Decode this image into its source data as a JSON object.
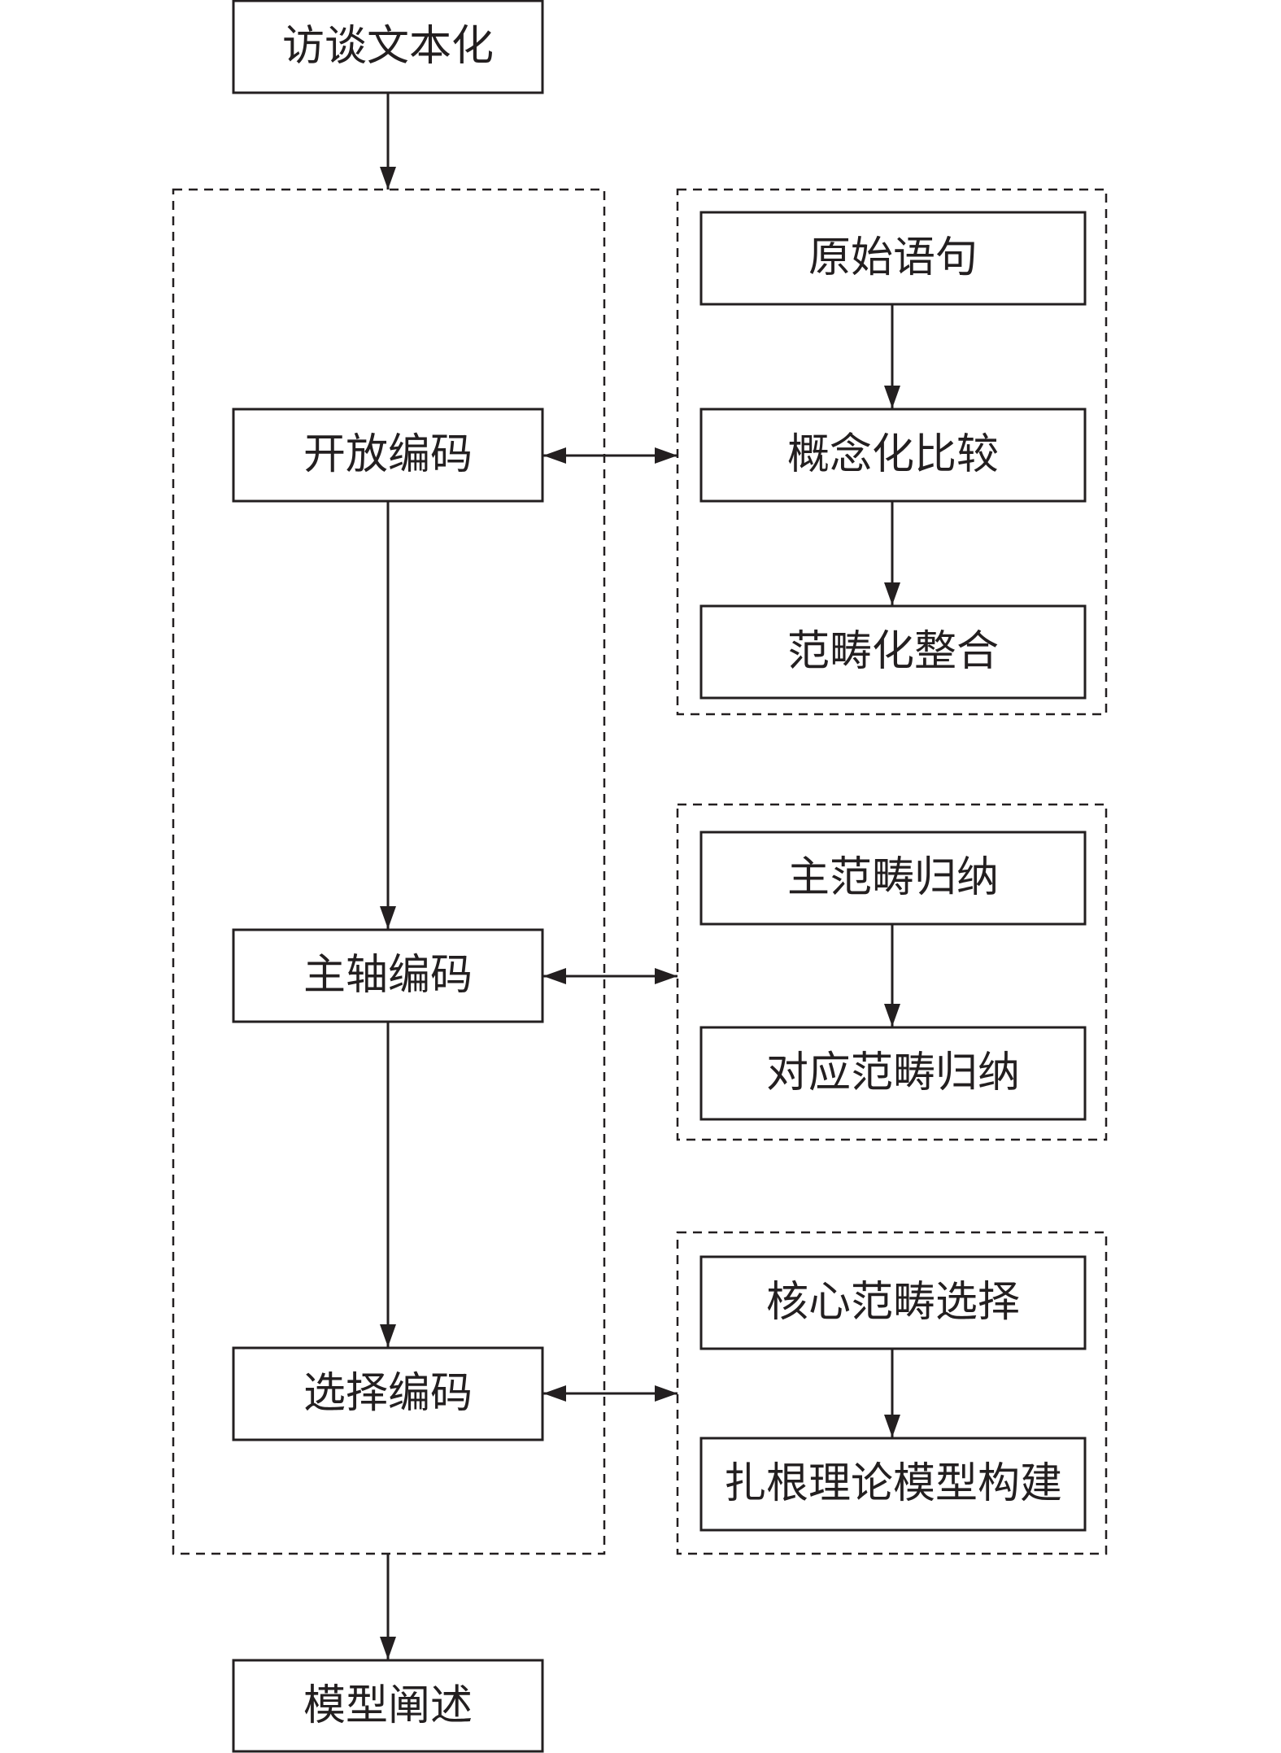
{
  "nodes": {
    "interview_text": "访谈文本化",
    "open_coding": "开放编码",
    "axial_coding": "主轴编码",
    "selective_coding": "选择编码",
    "model_explanation": "模型阐述",
    "original_sentences": "原始语句",
    "conceptual_comparison": "概念化比较",
    "category_integration": "范畴化整合",
    "main_category_induction": "主范畴归纳",
    "corresponding_category_induction": "对应范畴归纳",
    "core_category_selection": "核心范畴选择",
    "grounded_theory_model_building": "扎根理论模型构建"
  },
  "colors": {
    "stroke": "#231f20",
    "background": "#ffffff"
  }
}
